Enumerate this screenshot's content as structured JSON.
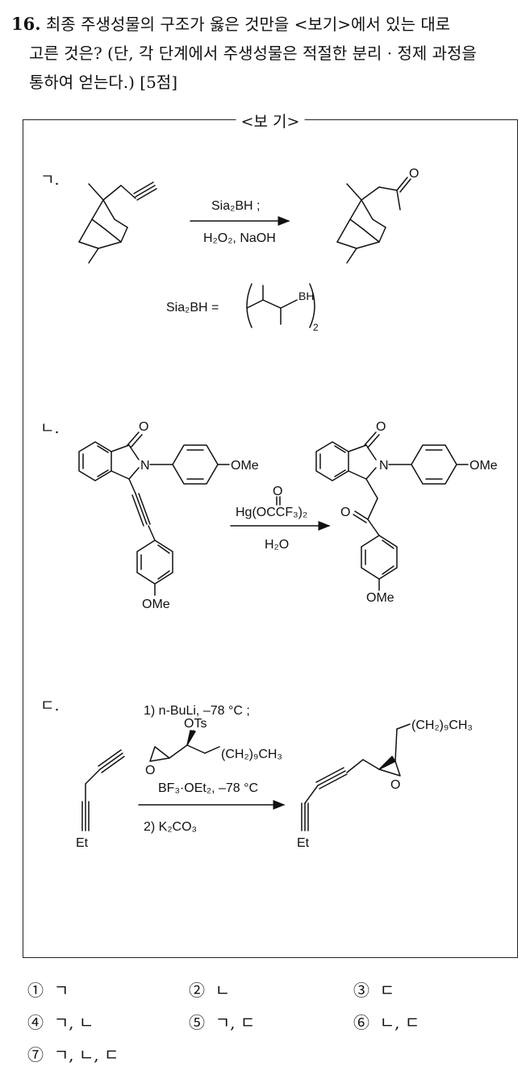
{
  "question": {
    "number": "16.",
    "line1": "최종 주생성물의 구조가 옳은 것만을 <보기>에서 있는 대로",
    "line2": "고른 것은? (단, 각 단계에서 주생성물은 적절한 분리 · 정제 과정을",
    "line3": "통하여 얻는다.) [5점]"
  },
  "box": {
    "title": "<보 기>",
    "items": [
      {
        "label": "ㄱ.",
        "reagent_line1": "Sia₂BH ;",
        "reagent_line2": "H₂O₂, NaOH",
        "def_label": "Sia₂BH  =",
        "def_subscript": "2",
        "def_bh": "BH",
        "product_o": "O"
      },
      {
        "label": "ㄴ.",
        "sm_o": "O",
        "sm_n": "N",
        "sm_ome1": "OMe",
        "sm_ome2": "OMe",
        "reagent_o": "O",
        "reagent_line1": "Hg(OCCF₃)₂",
        "reagent_line2": "H₂O",
        "pr_o1": "O",
        "pr_n": "N",
        "pr_ome1": "OMe",
        "pr_o2": "O",
        "pr_ome2": "OMe"
      },
      {
        "label": "ㄷ.",
        "step1": "1) n-BuLi, –78 °C ;",
        "ots": "OTs",
        "chain": "(CH₂)₉CH₃",
        "epox_o": "O",
        "bf3": "BF₃·OEt₂, –78 °C",
        "step2": "2) K₂CO₃",
        "sm_et": "Et",
        "pr_chain": "(CH₂)₉CH₃",
        "pr_o": "O",
        "pr_et": "Et"
      }
    ]
  },
  "choices": [
    {
      "num": "①",
      "text": "ㄱ"
    },
    {
      "num": "②",
      "text": "ㄴ"
    },
    {
      "num": "③",
      "text": "ㄷ"
    },
    {
      "num": "④",
      "text": "ㄱ, ㄴ"
    },
    {
      "num": "⑤",
      "text": "ㄱ, ㄷ"
    },
    {
      "num": "⑥",
      "text": "ㄴ, ㄷ"
    },
    {
      "num": "⑦",
      "text": "ㄱ, ㄴ, ㄷ"
    }
  ]
}
